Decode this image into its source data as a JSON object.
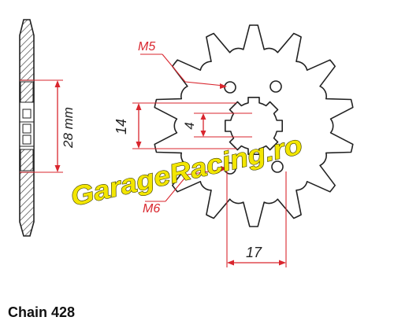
{
  "colors": {
    "outline": "#222222",
    "dimension": "#d9262e",
    "watermark_fill": "#f3e600",
    "watermark_stroke": "#3a3a00"
  },
  "labels": {
    "thread_top": "M5",
    "thread_bottom": "M6",
    "dim_left_height": "28 mm",
    "dim_bore": "14",
    "dim_spline": "4",
    "dim_offset": "17",
    "caption": "Chain 428",
    "watermark": "GarageRacing.ro"
  },
  "sprocket": {
    "teeth": 14
  }
}
